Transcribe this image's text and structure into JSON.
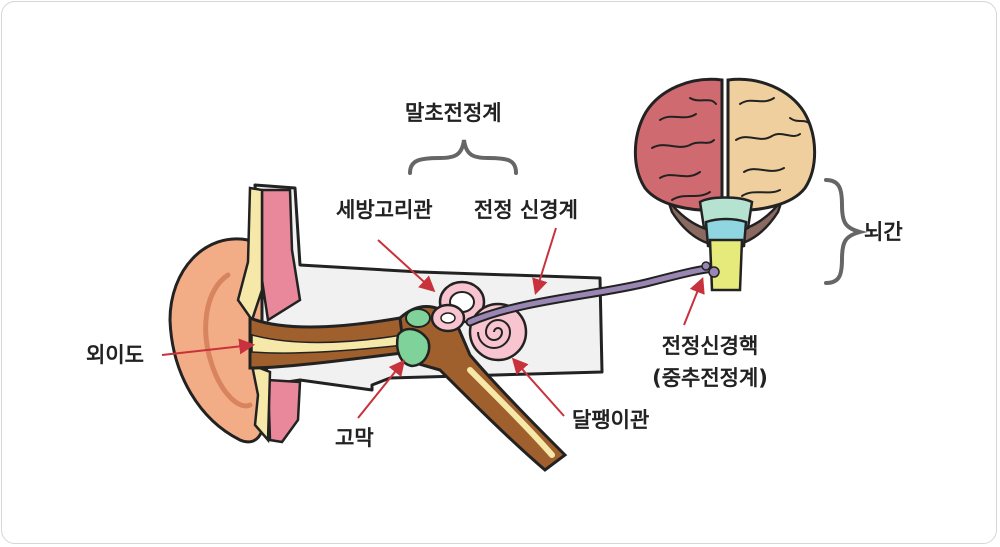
{
  "labels": {
    "peripheral_vestibular": "말초전정계",
    "semicircular_canals": "세방고리관",
    "vestibular_nerve": "전정 신경계",
    "ear_canal": "외이도",
    "eardrum": "고막",
    "cochlea": "달팽이관",
    "brainstem": "뇌간",
    "vestibular_nucleus": "전정신경핵",
    "central_vestibular": "(중추전정계)"
  },
  "colors": {
    "outer_ear": "#f3ad86",
    "cartilage": "#f6e8a8",
    "pink_tissue": "#e8889a",
    "bone": "#a0602e",
    "eardrum": "#7fd39a",
    "inner_ear": "#f7c4cf",
    "nerve": "#9a86b3",
    "brain_left": "#cf6a71",
    "brain_right": "#efcf9e",
    "brainstem_upper": "#b6e2d2",
    "brainstem_mid": "#8fd6e0",
    "brainstem_lower": "#e6ea7a",
    "cerebellum": "#8a6a60",
    "arrow": "#c8323c",
    "text": "#222222",
    "brace": "#666666"
  }
}
